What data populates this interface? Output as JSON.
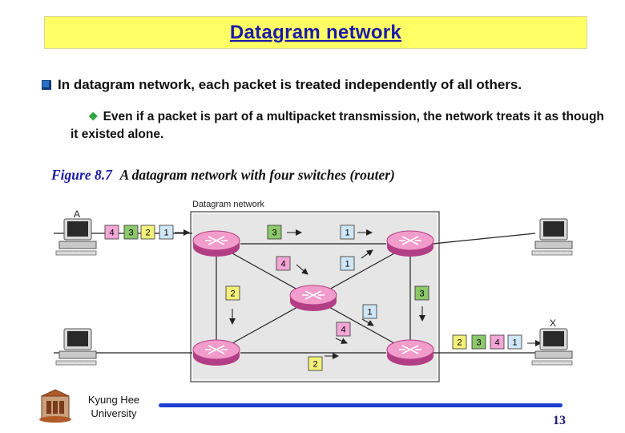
{
  "title": "Datagram network",
  "bullet1": "In datagram network, each packet is treated independently of all others.",
  "bullet2": "Even if a packet is part of a multipacket transmission, the network treats it as though it existed alone.",
  "figure": {
    "number": "Figure 8.7",
    "caption": "A datagram network with four switches (router)",
    "box_label": "Datagram network",
    "host_a": "A",
    "host_x": "X",
    "packets_out_a": [
      "4",
      "3",
      "2",
      "1"
    ],
    "packets_in_x": [
      "2",
      "3",
      "4",
      "1"
    ],
    "packet_top_left": "3",
    "packet_top_right": "1",
    "packet_diag_4": "4",
    "packet_diag_1": "1",
    "packet_left_vertical": "2",
    "packet_right_vertical": "3",
    "packet_center_1": "1",
    "packet_center_4": "4",
    "packet_bottom": "2"
  },
  "footer": {
    "university_line1": "Kyung Hee",
    "university_line2": "University",
    "page": "13"
  },
  "colors": {
    "title_bg": "#ffff66",
    "title_text": "#1a1aa8",
    "router": "#e879b5",
    "packet_pink": "#f2a6d6",
    "packet_green": "#8dc86a",
    "packet_yellow": "#f4f17a",
    "packet_blue": "#cfe6f7",
    "footer_line": "#1a3fcf"
  }
}
